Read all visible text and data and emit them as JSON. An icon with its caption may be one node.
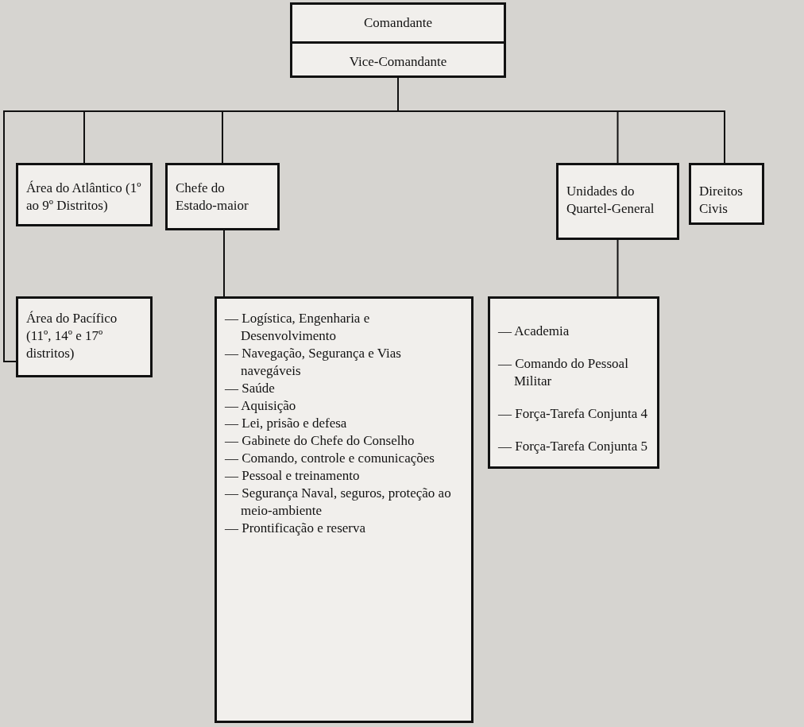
{
  "diagram": {
    "nodes": [
      {
        "text": [
          "Comandante",
          "Vice-Comandante"
        ]
      },
      {
        "text": [
          "Área do Atlântico (1º ao 9º Distritos)"
        ]
      },
      {
        "text": [
          "Chefe do Estado-maior"
        ]
      },
      {
        "text": [
          "Unidades do Quartel-General"
        ]
      },
      {
        "text": [
          "Direitos Civis"
        ]
      },
      {
        "text": [
          "Área do Pacífico (11º, 14º e 17º distritos)"
        ]
      },
      {
        "text": [
          "— Logística, Engenharia e Desenvolvimento",
          "— Navegação, Segurança e Vias navegáveis",
          "— Saúde",
          "— Aquisição",
          "— Lei, prisão e defesa",
          "— Gabinete do Chefe do Conselho",
          "— Comando, controle e comunicações",
          "— Pessoal e treinamento",
          "— Segurança Naval, seguros, proteção ao meio-ambiente",
          "— Prontificação e reserva"
        ]
      },
      {
        "text": [
          "— Academia",
          "— Comando do Pessoal Militar",
          "— Força-Tarefa Conjunta 4",
          "— Força-Tarefa Conjunta 5"
        ]
      }
    ],
    "edges": [
      {
        "from": 0,
        "to": 1,
        "arrow": "none"
      },
      {
        "from": 0,
        "to": 2,
        "arrow": "none"
      },
      {
        "from": 0,
        "to": 3,
        "arrow": "none"
      },
      {
        "from": 0,
        "to": 4,
        "arrow": "none"
      },
      {
        "from": 0,
        "to": 5,
        "arrow": "none"
      },
      {
        "from": 2,
        "to": 6,
        "arrow": "none"
      },
      {
        "from": 3,
        "to": 7,
        "arrow": "none"
      }
    ]
  }
}
